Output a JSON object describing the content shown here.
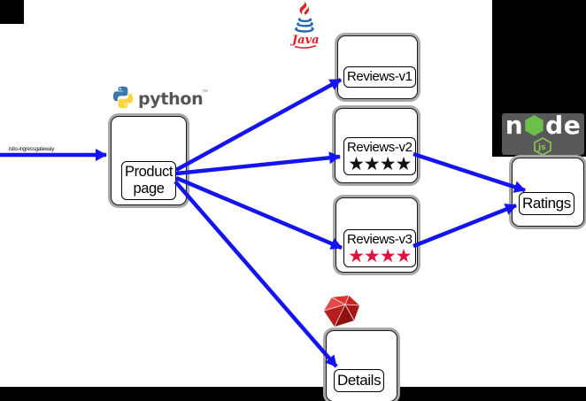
{
  "diagram": {
    "ingress": {
      "label": "istio-ingressgateway"
    },
    "nodes": {
      "productpage": {
        "label_line1": "Product",
        "label_line2": "page"
      },
      "reviews_v1": {
        "label": "Reviews-v1"
      },
      "reviews_v2": {
        "label": "Reviews-v2",
        "stars": "★★★★",
        "star_color": "#111111"
      },
      "reviews_v3": {
        "label": "Reviews-v3",
        "stars": "★★★★",
        "star_color": "#DC143C"
      },
      "ratings": {
        "label": "Ratings"
      },
      "details": {
        "label": "Details"
      }
    },
    "logos": {
      "python": {
        "wordmark": "python",
        "tm": "™",
        "blue": "#3b77a8",
        "yellow": "#ffd43b",
        "text_color": "#555555"
      },
      "java": {
        "wordmark": "Java",
        "red": "#e21d24",
        "blue": "#2467af"
      },
      "node": {
        "letter_n": "n",
        "hex_o": "⬢",
        "letters_de": "de",
        "sub": "js",
        "green": "#8cc84b",
        "bg": "#58585a"
      },
      "ruby": {
        "red": "#9b1313"
      }
    },
    "edge_color": "#1414f0"
  }
}
